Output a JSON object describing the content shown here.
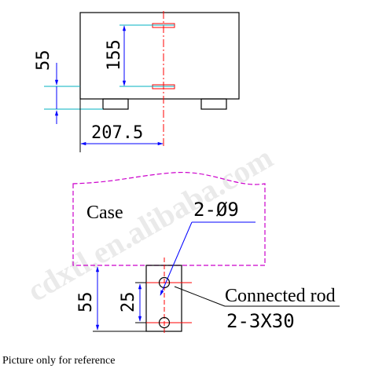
{
  "top_view": {
    "dim_height_outer": "55",
    "dim_height_inner": "155",
    "dim_width": "207.5"
  },
  "bottom_view": {
    "case_label": "Case",
    "hole_spec": "2-Ø9",
    "dim_height_outer": "55",
    "dim_height_inner": "25",
    "rod_label": "Connected rod",
    "rod_spec": "2-3X30"
  },
  "watermark": "cdxtl.en.alibaba.com",
  "caption": "Picture only for reference",
  "colors": {
    "outline": "#000000",
    "dimension": "#0000ff",
    "centerline": "#ff0000",
    "extension": "#00b0c0",
    "case": "#cc00cc"
  }
}
